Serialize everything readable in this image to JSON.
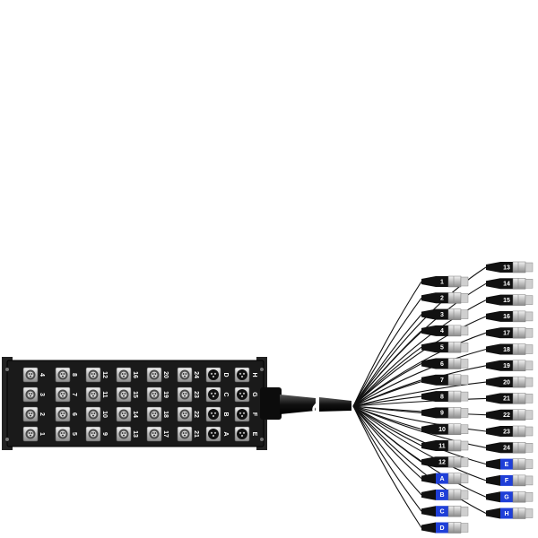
{
  "stagebox": {
    "xlr_columns": [
      [
        "1",
        "2",
        "3",
        "4"
      ],
      [
        "5",
        "6",
        "7",
        "8"
      ],
      [
        "9",
        "10",
        "11",
        "12"
      ],
      [
        "13",
        "14",
        "15",
        "16"
      ],
      [
        "17",
        "18",
        "19",
        "20"
      ],
      [
        "21",
        "22",
        "23",
        "24"
      ]
    ],
    "return_columns": [
      [
        "A",
        "B",
        "C",
        "D"
      ],
      [
        "E",
        "F",
        "G",
        "H"
      ]
    ]
  },
  "fanout": {
    "left_column": [
      "1",
      "2",
      "3",
      "4",
      "5",
      "6",
      "7",
      "8",
      "9",
      "10",
      "11",
      "12",
      "A",
      "B",
      "C",
      "D"
    ],
    "right_column": [
      "13",
      "14",
      "15",
      "16",
      "17",
      "18",
      "19",
      "20",
      "21",
      "22",
      "23",
      "24",
      "E",
      "F",
      "G",
      "H"
    ]
  },
  "colors": {
    "panel": "#1a1a1a",
    "connector_body": "#d0d0d0",
    "input_label_bg": "#111111",
    "return_label_bg": "#1f3fd8",
    "cable": "#111111"
  }
}
